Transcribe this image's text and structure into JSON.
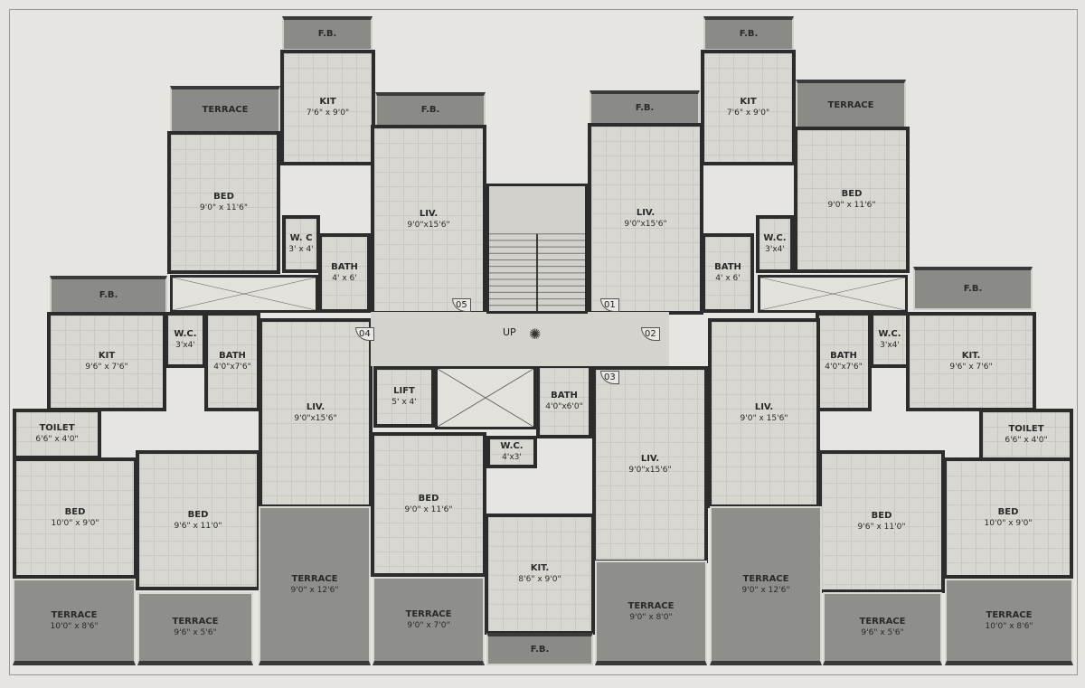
{
  "rooms": {
    "u05_fb": {
      "name": "F.B."
    },
    "u05_kit": {
      "name": "KIT",
      "size": "7'6\" x 9'0\""
    },
    "u05_terrace": {
      "name": "TERRACE"
    },
    "u05_fb2": {
      "name": "F.B."
    },
    "u05_bed": {
      "name": "BED",
      "size": "9'0\" x 11'6\""
    },
    "u05_wc": {
      "name": "W. C",
      "size": "3' x 4'"
    },
    "u05_bath": {
      "name": "BATH",
      "size": "4' x 6'"
    },
    "u05_liv": {
      "name": "LIV.",
      "size": "9'0\"x15'6\""
    },
    "u01_fb": {
      "name": "F.B."
    },
    "u01_kit": {
      "name": "KIT",
      "size": "7'6\" x 9'0\""
    },
    "u01_terrace": {
      "name": "TERRACE"
    },
    "u01_fb2": {
      "name": "F.B."
    },
    "u01_bed": {
      "name": "BED",
      "size": "9'0\" x 11'6\""
    },
    "u01_wc": {
      "name": "W.C.",
      "size": "3'x4'"
    },
    "u01_bath": {
      "name": "BATH",
      "size": "4' x 6'"
    },
    "u01_liv": {
      "name": "LIV.",
      "size": "9'0\"x15'6\""
    },
    "u04_fb": {
      "name": "F.B."
    },
    "u04_kit": {
      "name": "KIT",
      "size": "9'6\" x 7'6\""
    },
    "u04_wc": {
      "name": "W.C.",
      "size": "3'x4'"
    },
    "u04_bath": {
      "name": "BATH",
      "size": "4'0\"x7'6\""
    },
    "u04_liv": {
      "name": "LIV.",
      "size": "9'0\"x15'6\""
    },
    "u04_toilet": {
      "name": "TOILET",
      "size": "6'6\" x 4'0\""
    },
    "u04_bed1": {
      "name": "BED",
      "size": "10'0\" x 9'0\""
    },
    "u04_bed2": {
      "name": "BED",
      "size": "9'6\" x 11'0\""
    },
    "u04_terrace1": {
      "name": "TERRACE",
      "size": "10'0\" x 8'6\""
    },
    "u04_terrace2": {
      "name": "TERRACE",
      "size": "9'6\" x 5'6\""
    },
    "u04_terrace3": {
      "name": "TERRACE",
      "size": "9'0\" x 12'6\""
    },
    "lift": {
      "name": "LIFT",
      "size": "5' x 4'"
    },
    "u03_bath": {
      "name": "BATH",
      "size": "4'0\"x6'0\""
    },
    "u03_wc": {
      "name": "W.C.",
      "size": "4'x3'"
    },
    "u03_bed": {
      "name": "BED",
      "size": "9'0\" x 11'6\""
    },
    "u03_kit": {
      "name": "KIT.",
      "size": "8'6\" x 9'0\""
    },
    "u03_fb": {
      "name": "F.B."
    },
    "u03_terrace1": {
      "name": "TERRACE",
      "size": "9'0\" x 7'0\""
    },
    "u03_liv": {
      "name": "LIV.",
      "size": "9'0\"x15'6\""
    },
    "u03_terrace2": {
      "name": "TERRACE",
      "size": "9'0\" x 8'0\""
    },
    "u02_fb": {
      "name": "F.B."
    },
    "u02_kit": {
      "name": "KIT.",
      "size": "9'6\" x 7'6\""
    },
    "u02_wc": {
      "name": "W.C.",
      "size": "3'x4'"
    },
    "u02_bath": {
      "name": "BATH",
      "size": "4'0\"x7'6\""
    },
    "u02_liv": {
      "name": "LIV.",
      "size": "9'0\" x 15'6\""
    },
    "u02_toilet": {
      "name": "TOILET",
      "size": "6'6\" x 4'0\""
    },
    "u02_bed1": {
      "name": "BED",
      "size": "10'0\" x 9'0\""
    },
    "u02_bed2": {
      "name": "BED",
      "size": "9'6\" x 11'0\""
    },
    "u02_terrace1": {
      "name": "TERRACE",
      "size": "10'0\" x 8'6\""
    },
    "u02_terrace2": {
      "name": "TERRACE",
      "size": "9'6\" x 5'6\""
    },
    "u02_terrace3": {
      "name": "TERRACE",
      "size": "9'0\" x 12'6\""
    }
  },
  "doors": {
    "d05": "05",
    "d01": "01",
    "d04": "04",
    "d02": "02",
    "d03": "03"
  },
  "stair": {
    "up": "UP"
  }
}
